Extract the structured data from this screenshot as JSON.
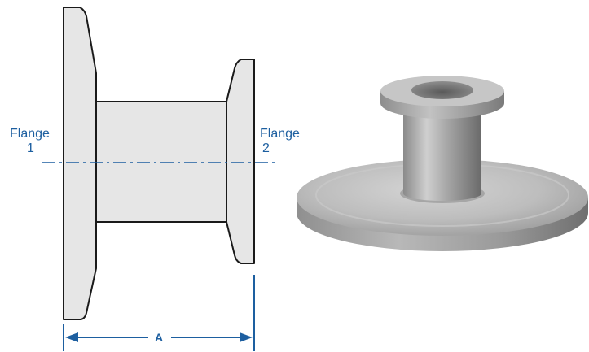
{
  "diagram": {
    "flange1": {
      "label": "Flange",
      "number": "1"
    },
    "flange2": {
      "label": "Flange",
      "number": "2"
    },
    "dimension": {
      "label": "A"
    }
  },
  "colors": {
    "accent": "#1d5fa0",
    "part_fill": "#e6e6e6",
    "outline": "#1a1a1a"
  }
}
